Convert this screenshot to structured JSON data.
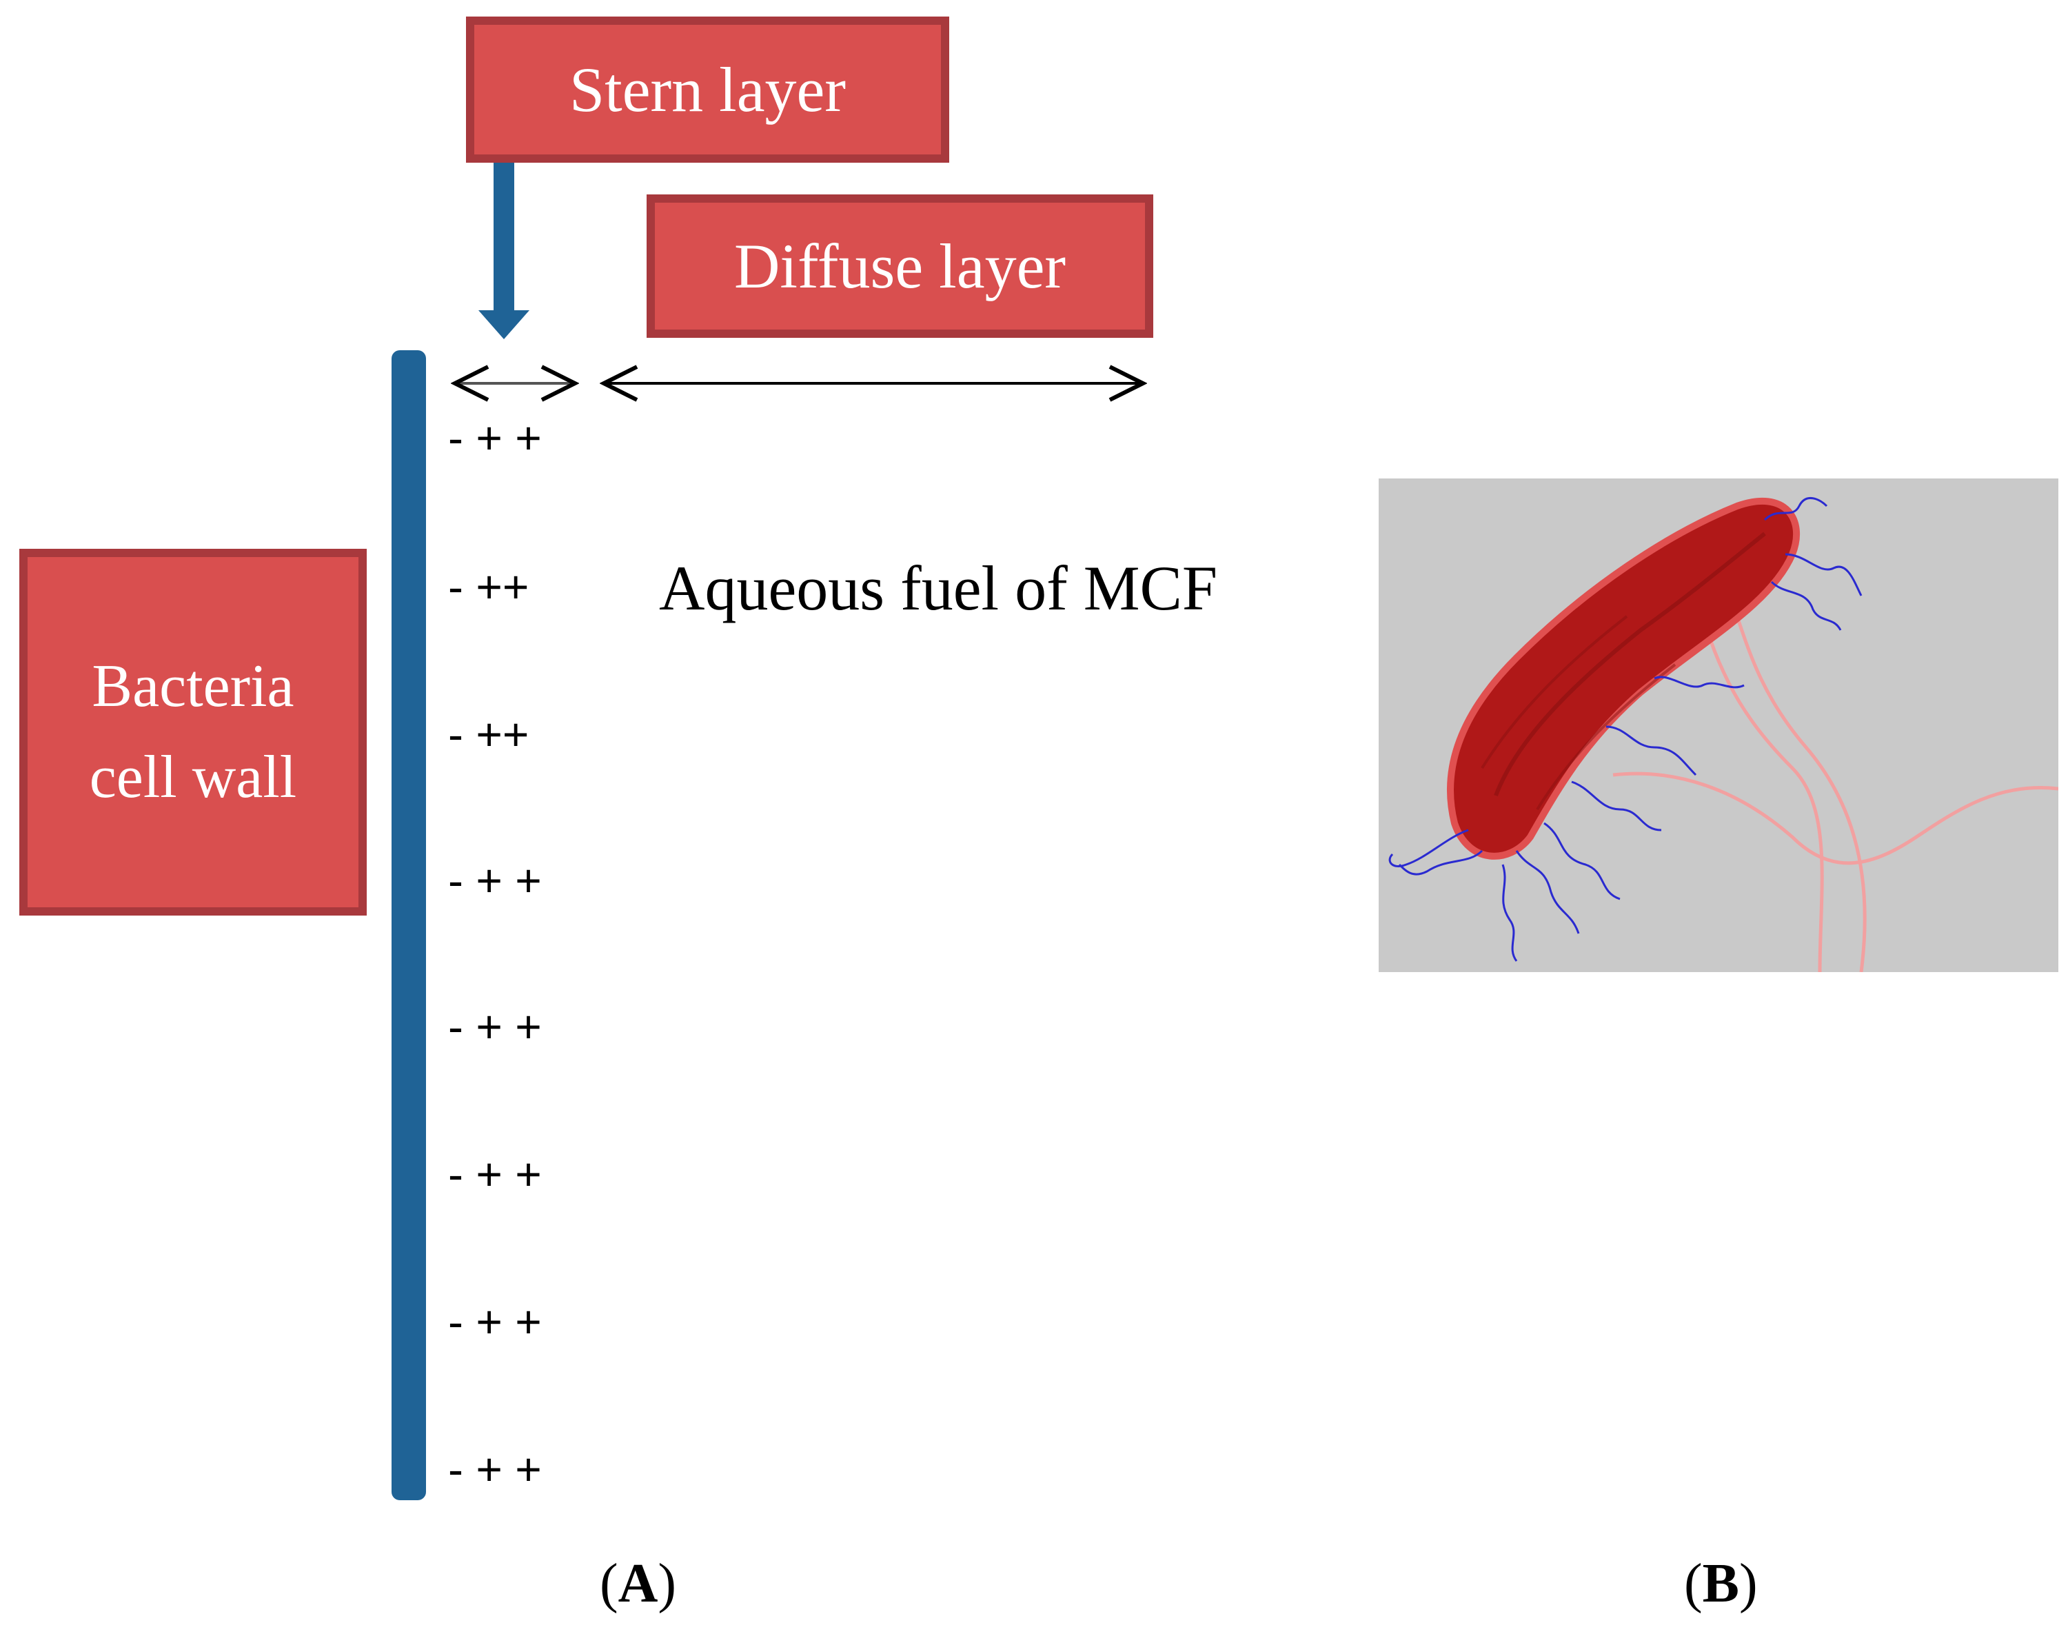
{
  "panel_a": {
    "stern_label": "Stern layer",
    "diffuse_label": "Diffuse layer",
    "cell_wall_label_line1": "Bacteria",
    "cell_wall_label_line2": "cell wall",
    "fuel_label": "Aqueous fuel of MCF",
    "charges": [
      "- + +",
      "- ++",
      "- ++",
      "- + +",
      "- + +",
      "- + +",
      "- + +",
      "- + +"
    ],
    "panel_letter": "A"
  },
  "panel_b": {
    "panel_letter": "B"
  },
  "colors": {
    "box_fill": "#d94f4f",
    "box_border": "#a8393d",
    "wall_bar": "#1f6396",
    "bacterium": "#b01818",
    "flagella": "#f2a0a0",
    "pili": "#2a2ad0",
    "micrograph_background": "#c9c9c9"
  }
}
